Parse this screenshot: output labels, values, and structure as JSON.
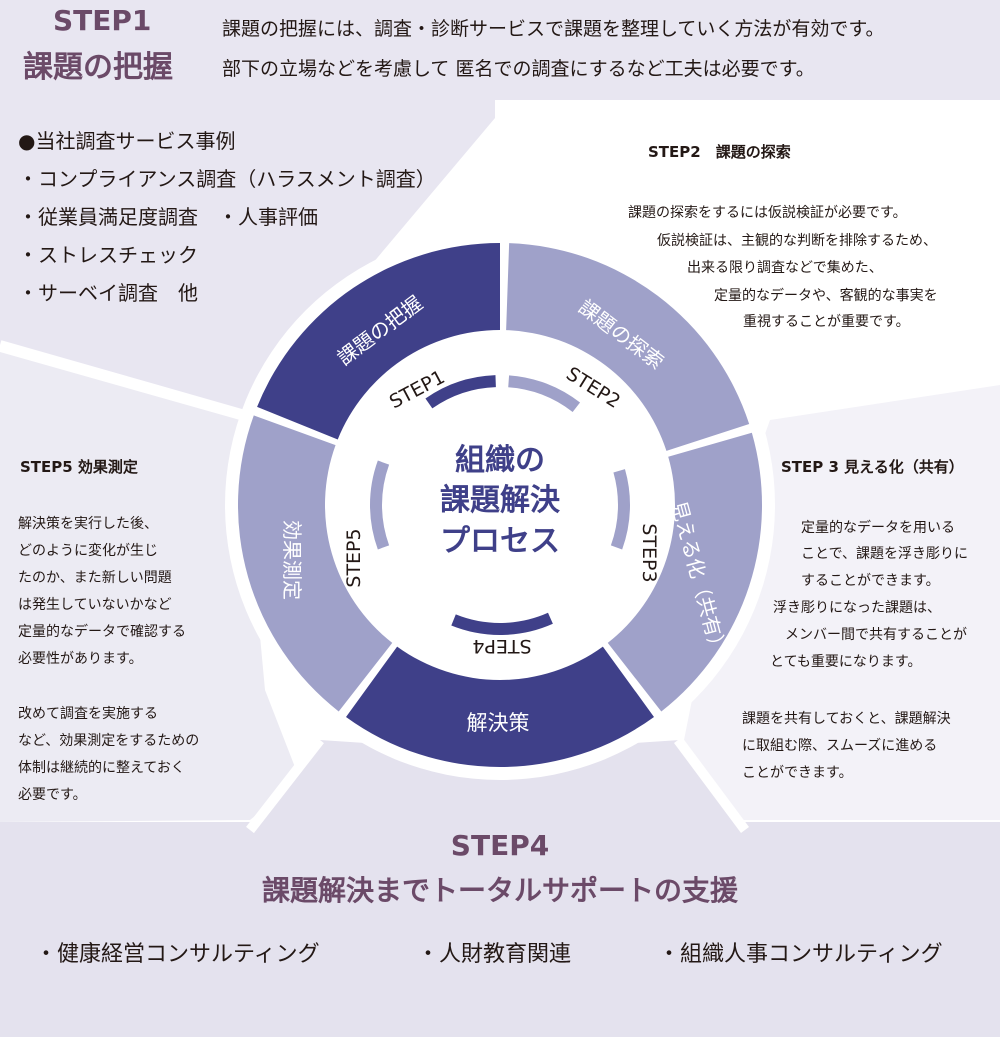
{
  "colors": {
    "top_bg": "#e8e6f1",
    "step5_bg": "#ecebf3",
    "step3_bg": "#f3f2f8",
    "bottom_bg": "#e4e2ee",
    "dark_segment": "#3f4089",
    "light_segment": "#9fa1c9",
    "mid_segment": "#8c8fbf",
    "heading_plum": "#6b4a68",
    "center_text": "#3f4089"
  },
  "step1": {
    "heading_line1": "STEP1",
    "heading_line2": "課題の把握",
    "desc_line1": "課題の把握には、調査・診断サービスで課題を整理していく方法が有効です。",
    "desc_line2": "部下の立場などを考慮して 匿名での調査にするなど工夫は必要です。",
    "examples": [
      "●当社調査サービス事例",
      "・コンプライアンス調査（ハラスメント調査）",
      "・従業員満足度調査　・人事評価",
      "・ストレスチェック",
      "・サーベイ調査　他"
    ]
  },
  "step2": {
    "title": "STEP2　課題の探索",
    "lines": [
      "課題の探索をするには仮説検証が必要です。",
      "仮説検証は、主観的な判断を排除するため、",
      "出来る限り調査などで集めた、",
      "定量的なデータや、客観的な事実を",
      "重視することが重要です。"
    ]
  },
  "step3": {
    "title": "STEP 3  見える化（共有）",
    "lines": [
      "定量的なデータを用いる",
      "ことで、課題を浮き彫りに",
      "することができます。",
      "浮き彫りになった課題は、",
      "メンバー間で共有することが",
      "とても重要になります。"
    ],
    "lines2": [
      "課題を共有しておくと、課題解決",
      "に取組む際、スムーズに進める",
      "ことができます。"
    ]
  },
  "step5": {
    "title": "STEP5  効果測定",
    "lines": [
      "解決策を実行した後、",
      "どのように変化が生じ",
      "たのか、また新しい問題",
      "は発生していないかなど",
      "定量的なデータで確認する",
      "必要性があります。"
    ],
    "lines2": [
      "改めて調査を実施する",
      "など、効果測定をするための",
      "体制は継続的に整えておく",
      "必要です。"
    ]
  },
  "step4": {
    "heading_line1": "STEP4",
    "heading_line2": "課題解決までトータルサポートの支援",
    "items": [
      "・健康経営コンサルティング",
      "・人財教育関連",
      "・組織人事コンサルティング"
    ]
  },
  "wheel": {
    "center_line1": "組織の",
    "center_line2": "課題解決",
    "center_line3": "プロセス",
    "segments": [
      "課題の把握",
      "課題の探索",
      "見える化（共有）",
      "解決策",
      "効果測定"
    ],
    "step_labels": [
      "STEP1",
      "STEP2",
      "STEP3",
      "STEP4",
      "STEP5"
    ]
  }
}
